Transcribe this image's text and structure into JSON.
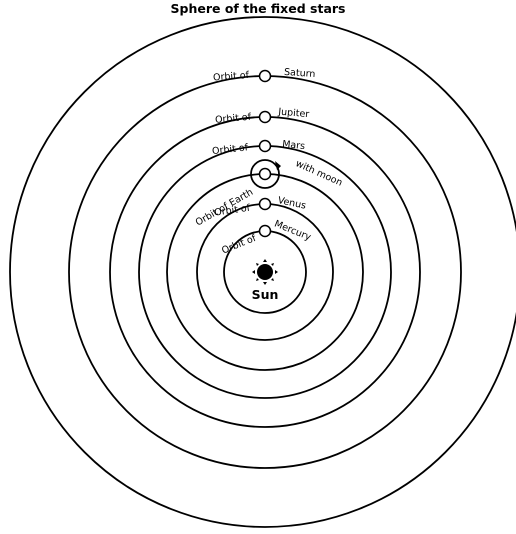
{
  "title": "Sphere of the fixed stars",
  "sun": "Sun",
  "orbits": [
    {
      "left": "Orbit of",
      "right": "Mercury"
    },
    {
      "left": "Orbit of",
      "right": "Venus"
    },
    {
      "left": "Orbit of  Earth",
      "right": "with moon"
    },
    {
      "left": "Orbit of",
      "right": "Mars"
    },
    {
      "left": "Orbit of",
      "right": "Jupiter"
    },
    {
      "left": "Orbit of",
      "right": "Saturn"
    }
  ]
}
